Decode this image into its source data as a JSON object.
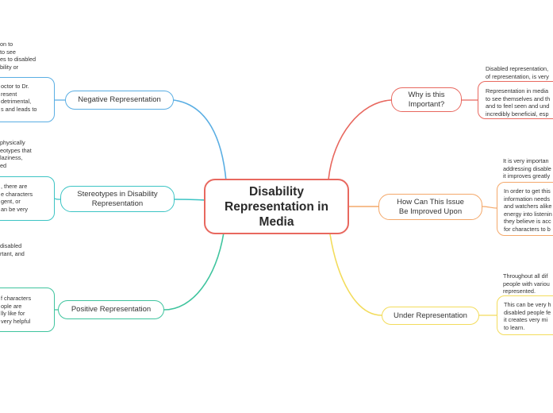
{
  "central": {
    "title": "Disability Representation in Media"
  },
  "branches": {
    "negative": {
      "label": "Negative Representation",
      "color": "#5aaee3",
      "note_lines": [
        "on to",
        "to see",
        "es to disabled",
        "bility or"
      ],
      "box_lines": [
        "octor to Dr.",
        "resent",
        "detrimental,",
        "s and leads to"
      ]
    },
    "stereotypes": {
      "label": "Stereotypes in Disability Representation",
      "color": "#3cc4c4",
      "note_lines": [
        "physically",
        "eotypes that",
        "laziness,",
        "ed"
      ],
      "box_lines": [
        ", there are",
        "e characters",
        "gent, or",
        "an be very"
      ]
    },
    "positive": {
      "label": "Positive Representation",
      "color": "#3fc49e",
      "note_lines": [
        "disabled",
        "rtant, and"
      ],
      "box_lines": [
        "f characters",
        "ople are",
        "lly like for",
        "very helpful"
      ]
    },
    "why": {
      "label": "Why is this Important?",
      "color": "#e8685f",
      "note_lines": [
        "Disabled representation,",
        "of representation, is very"
      ],
      "box_lines": [
        "Representation in media",
        "to see themselves and th",
        "and to feel seen and und",
        "incredibly beneficial, esp"
      ]
    },
    "improve": {
      "label": "How Can This Issue Be Improved Upon",
      "color": "#f4a86a",
      "note_lines": [
        "It is very importan",
        "addressing disable",
        "it improves greatly"
      ],
      "box_lines": [
        "In order to get this",
        "information needs",
        "and watchers alike",
        "energy into listenin",
        "they believe is acc",
        "for characters to b"
      ]
    },
    "under": {
      "label": "Under Representation",
      "color": "#f3dc5c",
      "note_lines": [
        "Throughout all dif",
        "people with variou",
        "represented."
      ],
      "box_lines": [
        "This can be very h",
        "disabled people fe",
        "it creates very mi",
        "to learn."
      ]
    }
  }
}
